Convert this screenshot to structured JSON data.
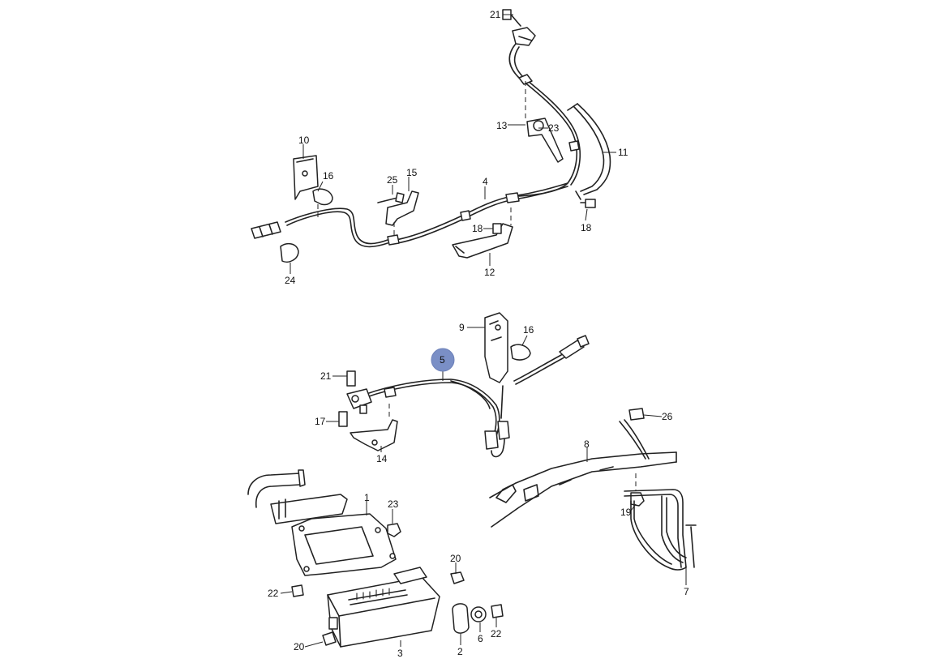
{
  "callouts": [
    {
      "id": "c21a",
      "label": "21"
    },
    {
      "id": "c13",
      "label": "13"
    },
    {
      "id": "c23a",
      "label": "23"
    },
    {
      "id": "c11",
      "label": "11"
    },
    {
      "id": "c10",
      "label": "10"
    },
    {
      "id": "c16a",
      "label": "16"
    },
    {
      "id": "c25",
      "label": "25"
    },
    {
      "id": "c15",
      "label": "15"
    },
    {
      "id": "c4",
      "label": "4"
    },
    {
      "id": "c18a",
      "label": "18"
    },
    {
      "id": "c18b",
      "label": "18"
    },
    {
      "id": "c12",
      "label": "12"
    },
    {
      "id": "c24",
      "label": "24"
    },
    {
      "id": "c9",
      "label": "9"
    },
    {
      "id": "c16b",
      "label": "16"
    },
    {
      "id": "c5",
      "label": "5",
      "highlighted": true
    },
    {
      "id": "c21b",
      "label": "21"
    },
    {
      "id": "c17",
      "label": "17"
    },
    {
      "id": "c14",
      "label": "14"
    },
    {
      "id": "c26",
      "label": "26"
    },
    {
      "id": "c8",
      "label": "8"
    },
    {
      "id": "c19",
      "label": "19"
    },
    {
      "id": "c7",
      "label": "7"
    },
    {
      "id": "c1",
      "label": "1"
    },
    {
      "id": "c23b",
      "label": "23"
    },
    {
      "id": "c20a",
      "label": "20"
    },
    {
      "id": "c22a",
      "label": "22"
    },
    {
      "id": "c20b",
      "label": "20"
    },
    {
      "id": "c3",
      "label": "3"
    },
    {
      "id": "c2",
      "label": "2"
    },
    {
      "id": "c6",
      "label": "6"
    },
    {
      "id": "c22b",
      "label": "22"
    }
  ],
  "colors": {
    "highlight": "#7a8fc6",
    "line": "#222222"
  }
}
